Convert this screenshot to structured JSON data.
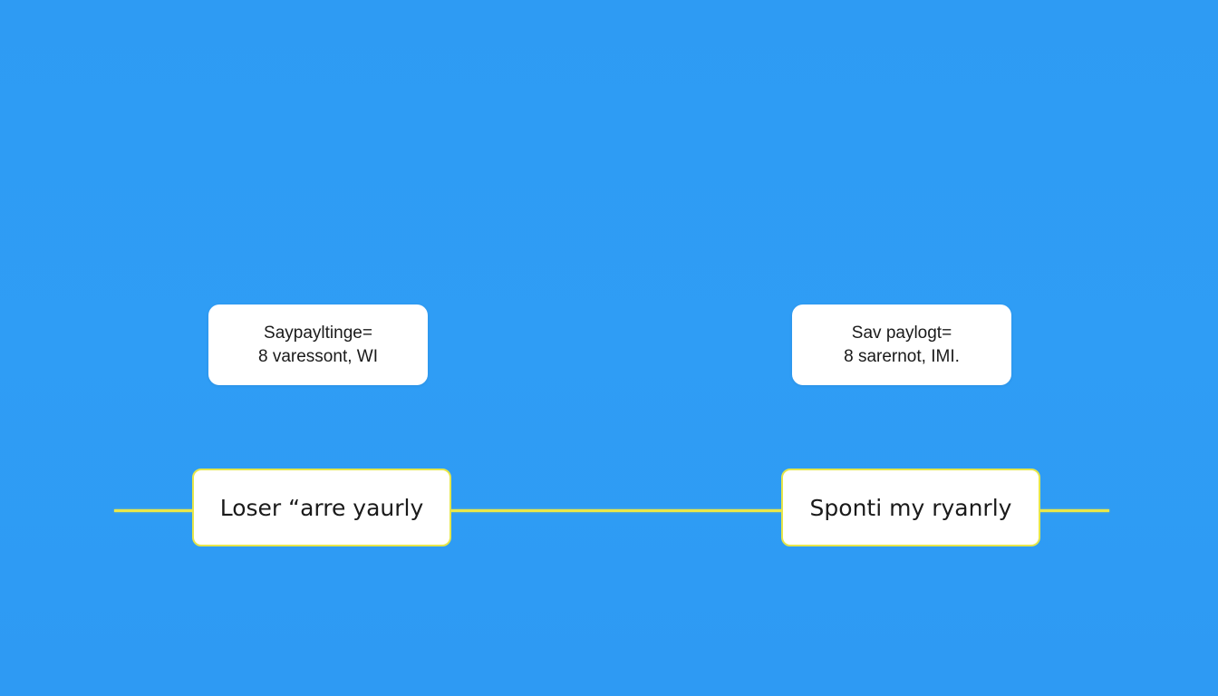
{
  "diagram": {
    "background_color": "#2f9cf4",
    "connector_color": "#e8e84a",
    "callouts": [
      {
        "id": "left-callout",
        "lines": [
          "Saypayltinge=",
          "8 varessont, WI"
        ]
      },
      {
        "id": "right-callout",
        "lines": [
          "Sav paylogt=",
          "8 sarernot, IMI."
        ]
      }
    ],
    "nodes": [
      {
        "id": "left-node",
        "label": "Loser “arre yaurly"
      },
      {
        "id": "right-node",
        "label": "Sponti my ryanrly"
      }
    ]
  }
}
